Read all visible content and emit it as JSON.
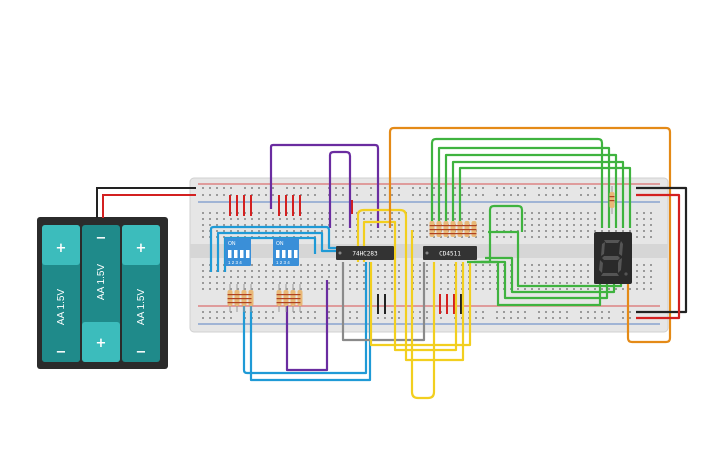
{
  "battery": {
    "cells": [
      {
        "label": "AA 1.5V",
        "top_sign": "+",
        "bottom_sign": "−"
      },
      {
        "label": "AA 1.5V",
        "top_sign": "−",
        "bottom_sign": "+"
      },
      {
        "label": "AA 1.5V",
        "top_sign": "+",
        "bottom_sign": "−"
      }
    ]
  },
  "dip_switches": [
    {
      "on_label": "ON",
      "numbers": "1 2 3 4"
    },
    {
      "on_label": "ON",
      "numbers": "1 2 3 4"
    }
  ],
  "chips": [
    {
      "label": "74HC283"
    },
    {
      "label": "CD4511"
    }
  ],
  "display": {
    "digit": "8"
  },
  "colors": {
    "board": "#e6e6e6",
    "battery_body": "#2b2b2b",
    "battery_cell": "#1f8a8a",
    "battery_cell_light": "#3cbcbc",
    "dip": "#3a8fd8",
    "chip": "#333333",
    "wire_red": "#d32020",
    "wire_black": "#222222",
    "wire_purple": "#6a2ca0",
    "wire_blue": "#1f9ad6",
    "wire_yellow": "#f2cf1f",
    "wire_gray": "#8a8a8a",
    "wire_green": "#3fb33f",
    "wire_orange": "#e48a17"
  }
}
